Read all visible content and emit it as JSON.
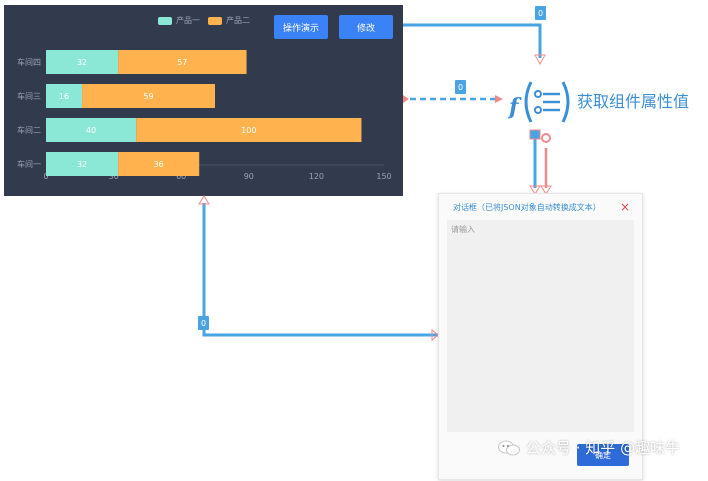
{
  "chart_panel": {
    "buttons": {
      "demo_label": "操作演示",
      "edit_label": "修改"
    },
    "colors": {
      "background": "#323a4d",
      "series1": "#8ce8d6",
      "series2": "#ffb24d",
      "text": "#9aa3b5",
      "grid": "#4a5266"
    }
  },
  "chart_data": {
    "type": "bar",
    "orientation": "horizontal",
    "stacked": true,
    "categories": [
      "车间四",
      "车间三",
      "车间二",
      "车间一"
    ],
    "series": [
      {
        "name": "产品一",
        "values": [
          32,
          16,
          40,
          32
        ]
      },
      {
        "name": "产品二",
        "values": [
          57,
          59,
          100,
          36
        ]
      }
    ],
    "x_ticks": [
      "0",
      "30",
      "60",
      "90",
      "120",
      "150"
    ],
    "xlim": [
      0,
      150
    ],
    "legend_position": "top"
  },
  "func_node": {
    "label": "获取组件属性值",
    "icon": "function-icon"
  },
  "dialog": {
    "title": "对话框（已将JSON对象自动转换成文本）",
    "placeholder": "请输入",
    "ok_label": "确定",
    "close_icon": "×"
  },
  "ports": {
    "badge_top": "0",
    "badge_mid": "0",
    "badge_left": "0"
  },
  "watermark": {
    "text": "公众号 · 知乎 @趣味牛"
  },
  "colors": {
    "wire": "#4aa3e2",
    "wire_red": "#f08a8a"
  }
}
